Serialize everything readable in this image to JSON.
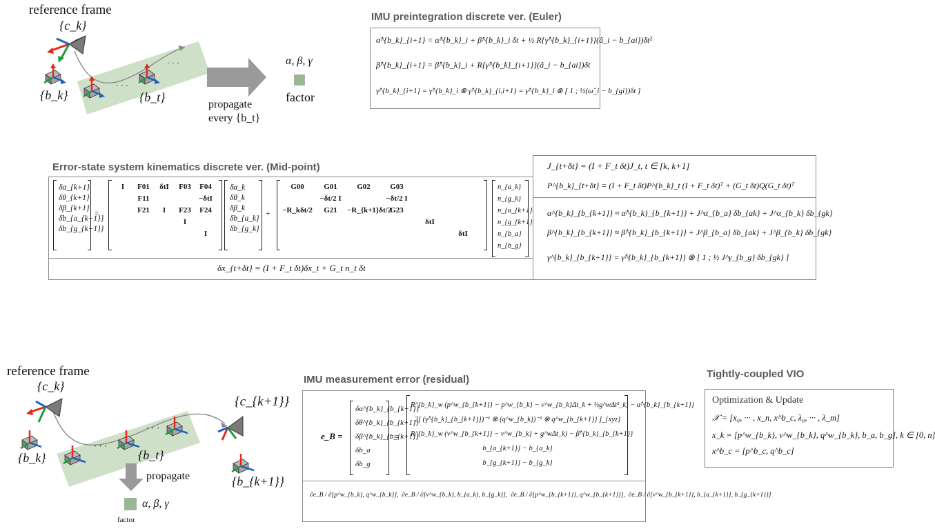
{
  "top_diagram": {
    "reference_frame": "reference frame",
    "ck": "{c_k}",
    "bk": "{b_k}",
    "bt": "{b_t}",
    "dots1": "· · ·",
    "dots2": "· · ·",
    "alpha_beta_gamma": "α, β, γ",
    "factor": "factor",
    "propagate": "propagate",
    "every": "every {b_t}"
  },
  "euler": {
    "title": "IMU preintegration discrete ver. (Euler)",
    "line1": "α̂^{b_k}_{i+1} = α̂^{b_k}_i + β̂^{b_k}_i δt + ½ R{γ̂^{b_k}_{i+1}}(â_i − b_{ai})δt²",
    "line2": "β̂^{b_k}_{i+1} = β̂^{b_k}_i + R{γ̂^{b_k}_{i+1}}(â_i − b_{ai})δt",
    "line3": "γ̂^{b_k}_{i+1} = γ̂^{b_k}_i ⊗ γ̂^{b_k}_{i,i+1} = γ̂^{b_k}_i ⊗ [ 1 ; ½(ω̂_i − b_{gi})δt ]"
  },
  "midpoint": {
    "title": "Error-state system kinematics discrete ver. (Mid-point)",
    "state_vec": [
      "δα_{k+1}",
      "δθ_{k+1}",
      "δβ_{k+1}",
      "δb_{a_{k+1}}",
      "δb_{g_{k+1}}"
    ],
    "F_rows": [
      [
        "I",
        "F01",
        "δtI",
        "F03",
        "F04"
      ],
      [
        "",
        "F11",
        "",
        "",
        "−δtI"
      ],
      [
        "",
        "F21",
        "I",
        "F23",
        "F24"
      ],
      [
        "",
        "",
        "",
        "I",
        ""
      ],
      [
        "",
        "",
        "",
        "",
        "I"
      ]
    ],
    "x_vec": [
      "δα_k",
      "δθ_k",
      "δβ_k",
      "δb_{a_k}",
      "δb_{g_k}"
    ],
    "G_rows": [
      [
        "G00",
        "G01",
        "G02",
        "G03",
        "",
        ""
      ],
      [
        "",
        "−δt/2 I",
        "",
        "−δt/2 I",
        "",
        ""
      ],
      [
        "−R_kδt/2",
        "G21",
        "−R_{k+1}δt/2",
        "G23",
        "",
        ""
      ],
      [
        "",
        "",
        "",
        "",
        "δtI",
        ""
      ],
      [
        "",
        "",
        "",
        "",
        "",
        "δtI"
      ]
    ],
    "n_vec": [
      "n_{a_k}",
      "n_{g_k}",
      "n_{a_{k+1}}",
      "n_{g_{k+1}}",
      "n_{b_a}",
      "n_{b_g}"
    ],
    "compact": "δx_{t+δt} = (I + F_t δt)δx_t + G_t n_t δt"
  },
  "jacobian": {
    "j1": "J_{t+δt} = (I + F_t δt)J_t,   t ∈ [k, k+1]",
    "j2": "P^{b_k}_{t+δt} = (I + F_t δt)P^{b_k}_t (I + F_t δt)ᵀ + (G_t δt)Q(G_t δt)ᵀ",
    "a": "α^{b_k}_{b_{k+1}} ≈ α̂^{b_k}_{b_{k+1}} + J^α_{b_a} δb_{ak} + J^α_{b_k} δb_{gk}",
    "b": "β^{b_k}_{b_{k+1}} ≈ β̂^{b_k}_{b_{k+1}} + J^β_{b_a} δb_{ak} + J^β_{b_k} δb_{gk}",
    "g": "γ^{b_k}_{b_{k+1}} = γ̂^{b_k}_{b_{k+1}} ⊗ [ 1 ; ½ J^γ_{b_g} δb_{gk} ]"
  },
  "bottom_diagram": {
    "reference_frame": "reference frame",
    "ck": "{c_k}",
    "ck1": "{c_{k+1}}",
    "bk": "{b_k}",
    "bt": "{b_t}",
    "bk1": "{b_{k+1}}",
    "dots1": "· · ·",
    "dots2": "· · ·",
    "propagate": "propagate",
    "alpha_beta_gamma": "α, β, γ",
    "factor": "factor"
  },
  "residual": {
    "title": "IMU measurement error (residual)",
    "lhs": "e_B",
    "vec": [
      "δα^{b_k}_{b_{k+1}}",
      "δθ^{b_k}_{b_{k+1}}",
      "δβ^{b_k}_{b_{k+1}}",
      "δb_a",
      "δb_g"
    ],
    "rhs": [
      "R^{b_k}_w (p^w_{b_{k+1}} − p^w_{b_k} − v^w_{b_k}Δt_k + ½g^wΔt²_k) − α̂^{b_k}_{b_{k+1}}",
      "2[ (γ̂^{b_k}_{b_{k+1}})⁻¹ ⊗ (q^w_{b_k})⁻¹ ⊗ q^w_{b_{k+1}} ]_{xyz}",
      "R^{b_k}_w (v^w_{b_{k+1}} − v^w_{b_k} + g^wΔt_k) − β̂^{b_k}_{b_{k+1}}",
      "b_{a_{k+1}} − b_{a_k}",
      "b_{g_{k+1}} − b_{g_k}"
    ],
    "jac": [
      "∂e_B / ∂[p^w_{b_k}, q^w_{b_k}]",
      "∂e_B / ∂[v^w_{b_k}, b_{a_k}, b_{g_k}]",
      "∂e_B / ∂[p^w_{b_{k+1}}, q^w_{b_{k+1}}]",
      "∂e_B / ∂[v^w_{b_{k+1}}, b_{a_{k+1}}, b_{g_{k+1}}]"
    ]
  },
  "vio": {
    "title": "Tightly-coupled VIO",
    "subtitle": "Optimization & Update",
    "l1": "𝒳 = [x₀, ··· , x_n, x^b_c, λ₀, ··· , λ_m]",
    "l2": "x_k = [p^w_{b_k}, v^w_{b_k}, q^w_{b_k}, b_a, b_g],  k ∈ [0, n]",
    "l3": "x^b_c = [p^b_c, q^b_c]"
  },
  "colors": {
    "x_axis": "#e8261c",
    "y_axis": "#1f9a3c",
    "z_axis": "#1f5fbf",
    "band": "#cfe0c8",
    "factor": "#9bb894",
    "arrow": "#9a9a9a"
  }
}
